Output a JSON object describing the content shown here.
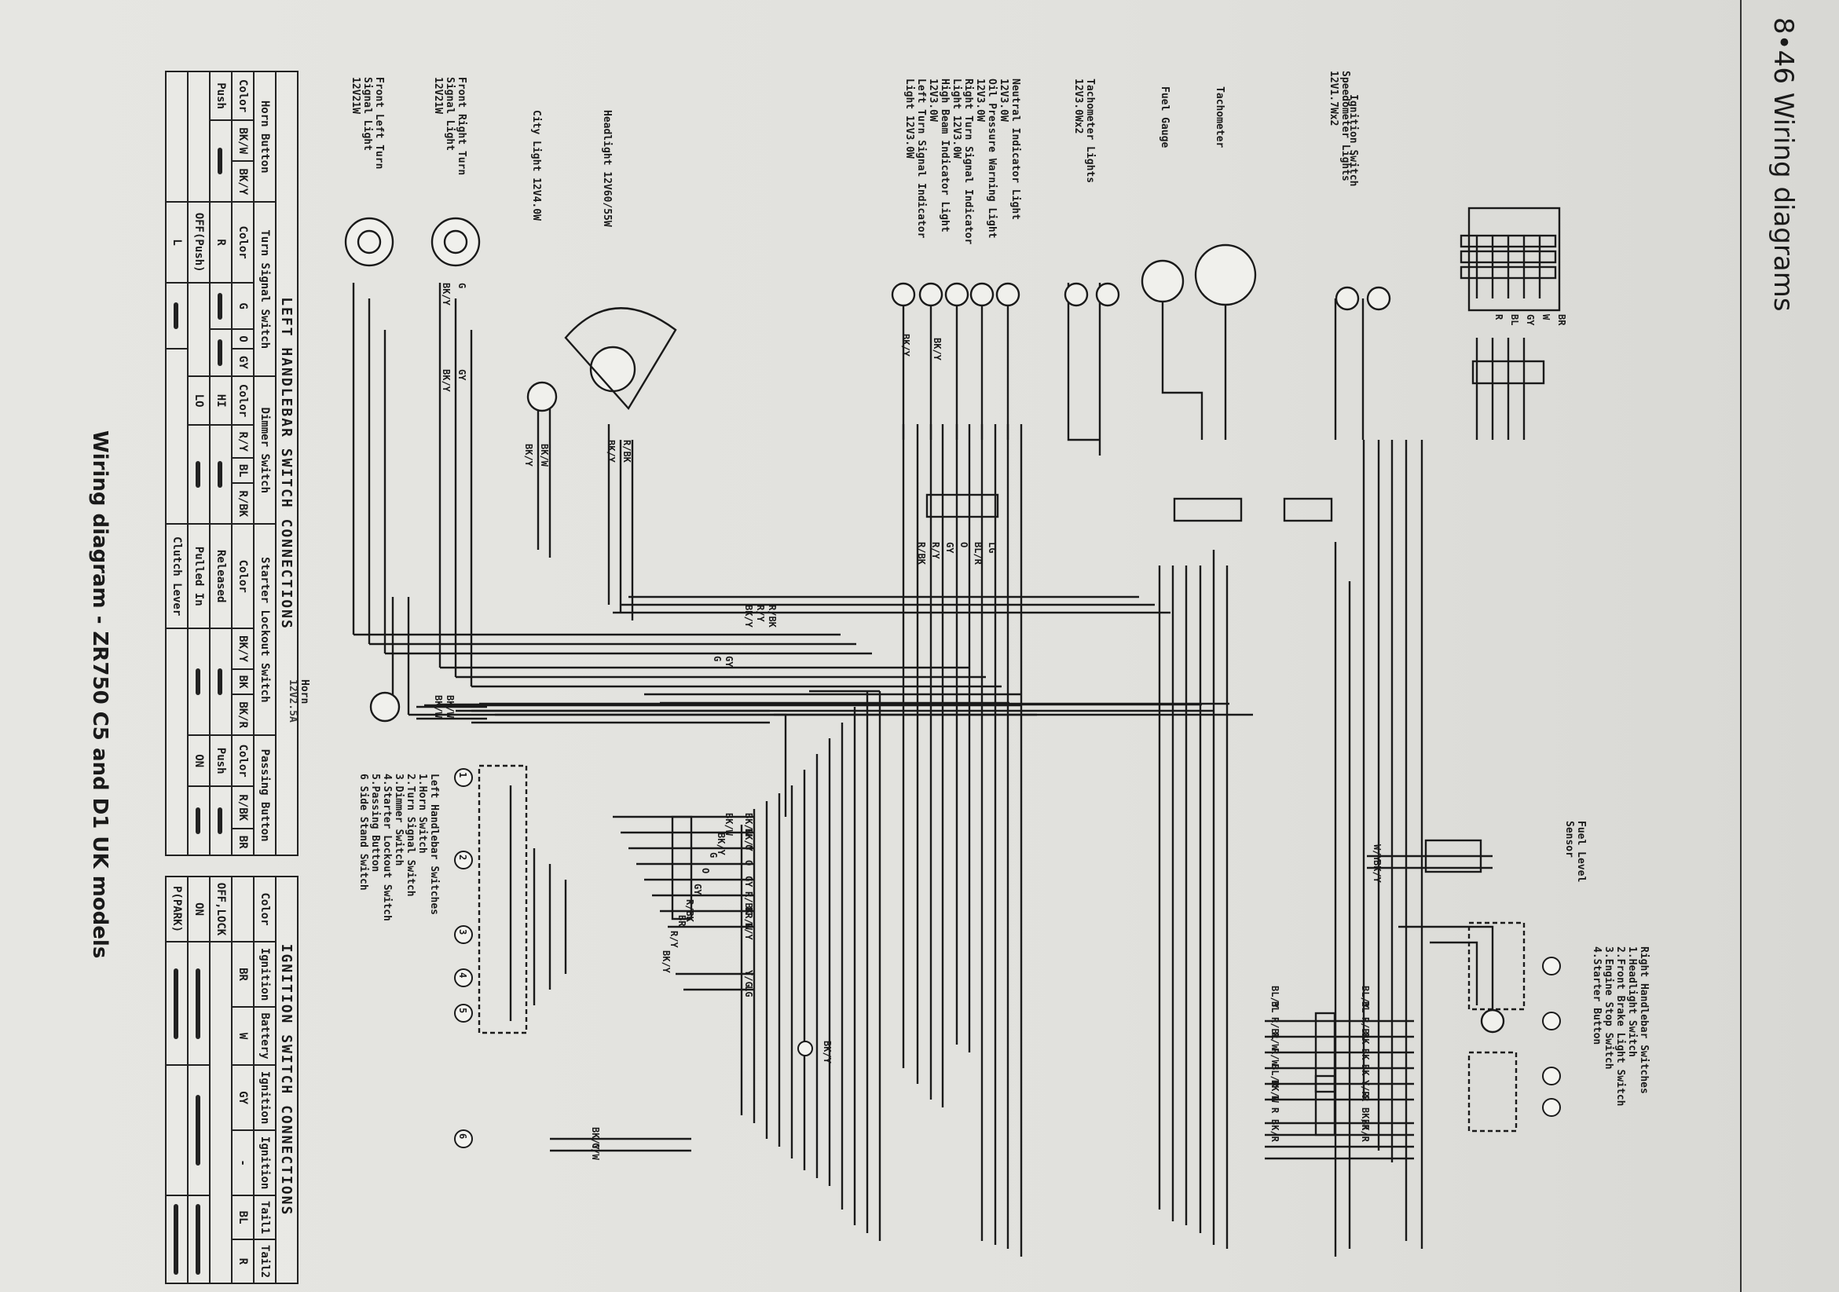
{
  "header": {
    "title": "8•46 Wiring diagrams"
  },
  "caption": "Wiring diagram - ZR750 C5 and D1 UK models",
  "components": {
    "ignition_switch": "Ignition Switch",
    "speedometer_lights": "Speedometer Lights\n12V1.7Wx2",
    "tachometer": "Tachometer",
    "fuel_gauge": "Fuel Gauge",
    "tachometer_lights": "Tachometer Lights\n12V3.0Wx2",
    "indicator_lights": "Neutral Indicator Light\n12V3.0W\nOil Pressure Warning Light\n12V3.0W\nRight Turn Signal Indicator\nLight 12V3.0W\nHigh Beam Indicator Light\n12V3.0W\nLeft Turn Signal Indicator\nLight 12V3.0W",
    "headlight": "Headlight 12V60/55W",
    "city_light": "City Light 12V4.0W",
    "front_right_turn": "Front Right Turn\nSignal Light\n12V21W",
    "front_left_turn": "Front Left Turn\nSignal Light\n12V21W",
    "horn": "Horn\n12V2.5A",
    "left_handlebar_switches": "Left Handlebar Switches\n1.Horn Switch\n2.Turn Signal Switch\n3.Dimmer Switch\n4.Starter Lockout Switch\n5.Passing Button\n6 Side Stand Switch",
    "right_handlebar_switches": "Right Handlebar Switches\n1.Headlight Switch\n2.Front Brake Light Switch\n3.Engine Stop Switch\n4.Starter Button",
    "fuel_level_sensor": "Fuel Level\nSensor"
  },
  "wire_labels": {
    "ign_col": [
      "BR",
      "W",
      "GY",
      "BL",
      "R"
    ],
    "left_col_a": [
      "BK/W",
      "BK/Y",
      "G",
      "O",
      "GY",
      "R/BK",
      "BR",
      "R/Y",
      "BK/Y"
    ],
    "left_col_b": [
      "BK/W",
      "BK/Y",
      "G",
      "O",
      "GY",
      "R/BK",
      "BR/W",
      "R/Y",
      "Y/G",
      "LG"
    ],
    "mid_col": [
      "BK/Y",
      "R/BK",
      "R/Y",
      "LG",
      "BL/R",
      "O",
      "GY",
      "BK/Y"
    ],
    "lamp_col": [
      "R/BK",
      "BK/Y",
      "BK/W",
      "BK/Y"
    ],
    "turn_col": [
      "G",
      "BK/Y",
      "GY",
      "BK/Y"
    ],
    "run_col": [
      "R/BK",
      "R/Y",
      "BK/Y",
      "GY",
      "G"
    ],
    "horn_col": [
      "BK/W",
      "BK/W"
    ],
    "right_col": [
      "BL/Y",
      "BL",
      "R/BL",
      "R/W",
      "R/W",
      "BL/R"
    ],
    "right_col_b": [
      "BL/Y",
      "BL",
      "R/BL",
      "BK",
      "BK",
      "BK"
    ],
    "start_col": [
      "BK/W",
      "R",
      "R",
      "BK/R"
    ],
    "start_col_b": [
      "Y/R",
      "R",
      "BK/R",
      "BK/R"
    ],
    "fuel_col": [
      "W/Y",
      "BK/Y"
    ],
    "side_stand": [
      "BK/Y",
      "G/W"
    ],
    "ground": "BK/Y",
    "circles": [
      "1",
      "2",
      "3",
      "4",
      "5",
      "6"
    ]
  },
  "left_table": {
    "title": "LEFT HANDLEBAR SWITCH CONNECTIONS",
    "headers": [
      "Horn Button",
      "Turn Signal Switch",
      "Dimmer Switch",
      "Starter Lockout Switch",
      "Passing Button"
    ],
    "row_color": [
      "Color",
      "BK/W",
      "BK/Y",
      "Color",
      "G",
      "O",
      "GY",
      "Color",
      "R/Y",
      "BL",
      "R/BK",
      "Color",
      "BK/Y",
      "BK",
      "BK/R",
      "Color",
      "R/BK",
      "BR"
    ],
    "r1": [
      "Push",
      "R",
      "HI",
      "Released",
      "Push",
      "OFF(Push)"
    ],
    "r2": [
      "L",
      "LO",
      "Pulled In",
      "ON"
    ],
    "clutch": "Clutch Lever"
  },
  "ignition_table": {
    "title": "IGNITION SWITCH CONNECTIONS",
    "headers": [
      "Color",
      "Ignition",
      "Battery",
      "Ignition",
      "Ignition",
      "Tail1",
      "Tail2"
    ],
    "colors": [
      "BR",
      "W",
      "GY",
      "-",
      "BL",
      "R"
    ],
    "rows": [
      "OFF,LOCK",
      "ON",
      "P(PARK)"
    ]
  }
}
